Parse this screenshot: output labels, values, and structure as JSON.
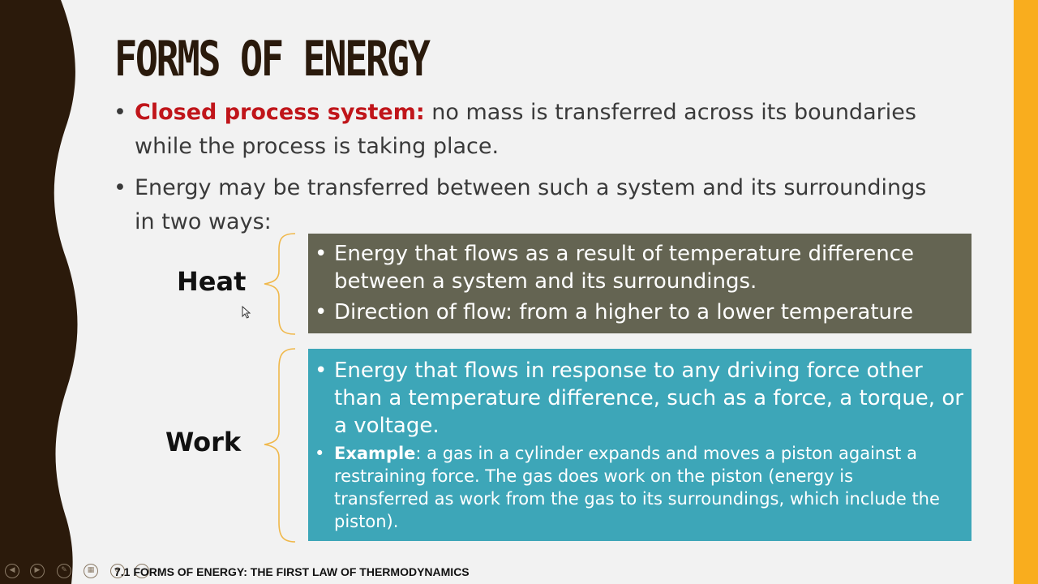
{
  "slide": {
    "title": "FORMS OF ENERGY",
    "bullets": [
      {
        "lead": "Closed process system:",
        "line1": " no mass is transferred across its boundaries",
        "line2": "while the process is taking place."
      },
      {
        "line1": "Energy may be transferred between such a system and its surroundings",
        "line2": "in two ways:"
      }
    ],
    "heat": {
      "label": "Heat",
      "items": [
        {
          "line1": "Energy that flows as a result of temperature difference",
          "line2": "between a system and its surroundings."
        },
        {
          "line1": "Direction of flow: from a higher to a lower temperature"
        }
      ]
    },
    "work": {
      "label": "Work",
      "item1": {
        "line1": "Energy that flows in response to any driving force other",
        "line2": "than a temperature difference, such as a force, a torque, or",
        "line3": "a voltage."
      },
      "example": {
        "lead": "Example",
        "line1": ": a gas in a cylinder expands and moves a piston against a",
        "line2": "restraining force. The gas does work on the piston (energy is",
        "line3": "transferred as work from the gas to its surroundings, which include the",
        "line4": "piston)."
      }
    },
    "footer": "7.1 FORMS OF ENERGY: THE FIRST LAW OF THERMODYNAMICS"
  },
  "colors": {
    "accent_red": "#c0151a",
    "heat_box": "#646452",
    "work_box": "#3da6b8",
    "left_band": "#2b1a0b",
    "right_band": "#f9ad1e",
    "brace": "#f0b84a"
  },
  "player_controls": [
    "previous-icon",
    "next-icon",
    "pen-icon",
    "slides-icon",
    "zoom-icon",
    "more-icon"
  ]
}
